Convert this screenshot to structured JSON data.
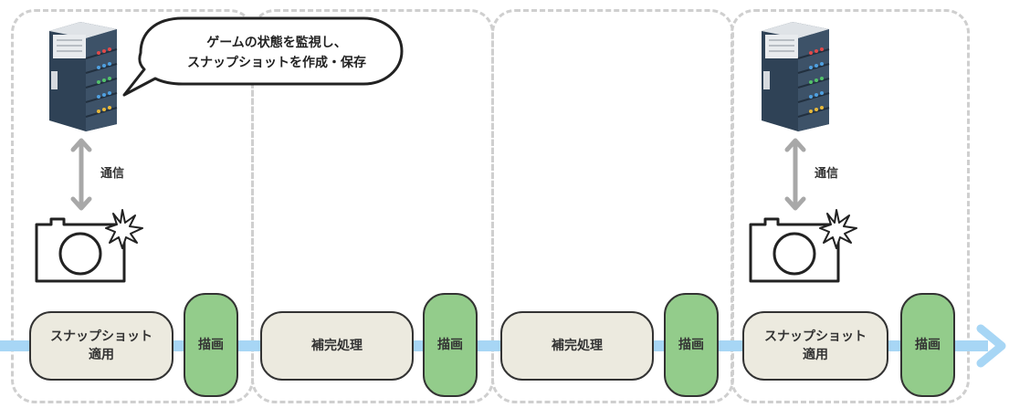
{
  "bubble": {
    "line1": "ゲームの状態を監視し、",
    "line2": "スナップショットを作成・保存"
  },
  "comm_label": "通信",
  "blocks": {
    "apply_line1": "スナップショット",
    "apply_line2": "適用",
    "interp": "補完処理",
    "draw": "描画"
  },
  "colors": {
    "timeline": "#a7d6f5",
    "draw_fill": "#93cc8b",
    "block_fill": "#eceadf",
    "frame_border": "#cfcfcf",
    "arrow_gray": "#a8a8a8",
    "server_body": "#2f4256"
  }
}
